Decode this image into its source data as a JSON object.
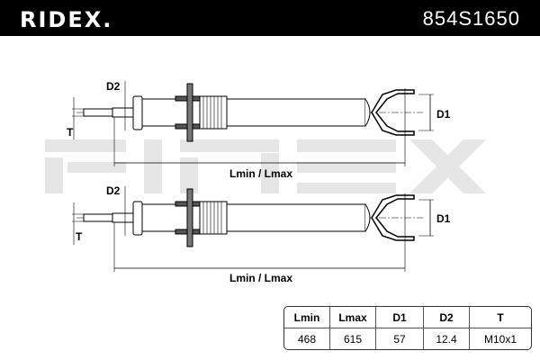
{
  "header": {
    "logo": "RIDEX.",
    "part_number": "854S1650"
  },
  "watermark": "RIDEX",
  "diagram": {
    "labels": {
      "d1": "D1",
      "d2": "D2",
      "t": "T",
      "length": "Lmin / Lmax"
    }
  },
  "specs": {
    "headers": [
      "Lmin",
      "Lmax",
      "D1",
      "D2",
      "T"
    ],
    "values": [
      "468",
      "615",
      "57",
      "12.4",
      "M10x1"
    ]
  }
}
